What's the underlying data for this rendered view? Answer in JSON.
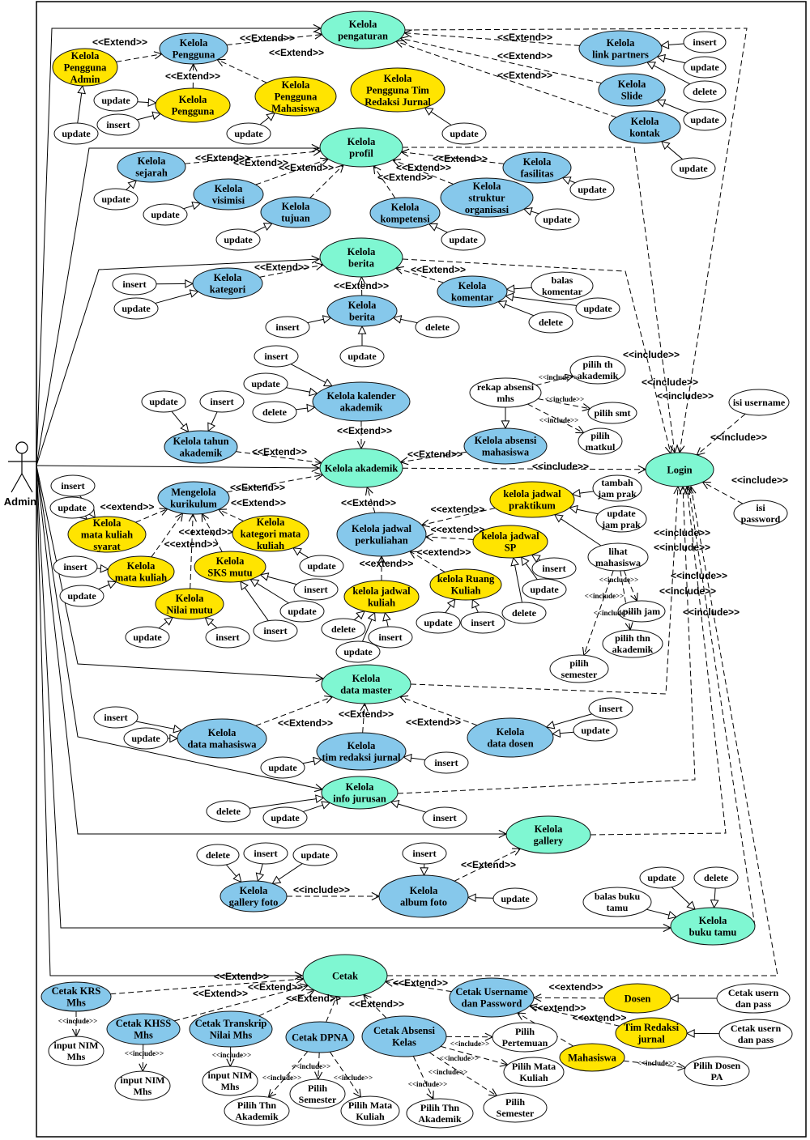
{
  "colors": {
    "teal": "#7ff7d2",
    "blue": "#86c8eb",
    "yellow": "#ffe400",
    "white": "#ffffff"
  },
  "actor": {
    "name": "Admin"
  },
  "nodes": {
    "kelola_pengaturan": [
      "Kelola",
      "pengaturan"
    ],
    "kelola_pengguna_top": [
      "Kelola",
      "Pengguna"
    ],
    "kelola_pengguna_admin": [
      "Kelola",
      "Pengguna",
      "Admin"
    ],
    "kelola_pengguna_y": [
      "Kelola",
      "Pengguna"
    ],
    "kelola_pengguna_mhs": [
      "Kelola",
      "Pengguna",
      "Mahasiswa"
    ],
    "kelola_pengguna_tim": [
      "Kelola",
      "Pengguna Tim",
      "Redaksi Jurnal"
    ],
    "kelola_link": [
      "Kelola",
      "link partners"
    ],
    "kelola_slide": [
      "Kelola",
      "Slide"
    ],
    "kelola_kontak": [
      "Kelola",
      "kontak"
    ],
    "kelola_profil": [
      "Kelola",
      "profil"
    ],
    "kelola_sejarah": [
      "Kelola",
      "sejarah"
    ],
    "kelola_visimisi": [
      "Kelola",
      "visimisi"
    ],
    "kelola_tujuan": [
      "Kelola",
      "tujuan"
    ],
    "kelola_kompetensi": [
      "Kelola",
      "kompetensi"
    ],
    "kelola_struktur": [
      "Kelola",
      "struktur",
      "organisasi"
    ],
    "kelola_fasilitas": [
      "Kelola",
      "fasilitas"
    ],
    "kelola_berita_top": [
      "Kelola",
      "berita"
    ],
    "kelola_kategori": [
      "Kelola",
      "kategori"
    ],
    "kelola_berita": [
      "Kelola",
      "berita"
    ],
    "kelola_komentar": [
      "Kelola",
      "komentar"
    ],
    "balas_komentar": [
      "balas",
      "komentar"
    ],
    "kelola_kalender": [
      "Kelola kalender",
      "akademik"
    ],
    "kelola_tahun": [
      "Kelola tahun",
      "akademik"
    ],
    "kelola_akademik": [
      "Kelola akademik"
    ],
    "kelola_absensi": [
      "Kelola absensi",
      "mahasiswa"
    ],
    "rekap_absensi": [
      "rekap absensi",
      "mhs"
    ],
    "pilih_th_akademik": [
      "pilih th",
      "akademik"
    ],
    "pilih_smt": [
      "pilih smt"
    ],
    "pilih_matkul": [
      "pilih",
      "matkul"
    ],
    "login": [
      "Login"
    ],
    "isi_username": [
      "isi username"
    ],
    "isi_password": [
      "isi",
      "password"
    ],
    "mengelola_kurikulum": [
      "Mengelola",
      "kurikulum"
    ],
    "mk_syarat": [
      "Kelola",
      "mata kuliah",
      "syarat"
    ],
    "mk": [
      "Kelola",
      "mata kuliah"
    ],
    "kategori_mk": [
      "Kelola",
      "kategori mata",
      "kuliah"
    ],
    "sks_mutu": [
      "Kelola",
      "SKS mutu"
    ],
    "nilai_mutu": [
      "Kelola",
      "Nilai mutu"
    ],
    "jadwal_perkuliahan": [
      "Kelola jadwal",
      "perkuliahan"
    ],
    "jadwal_praktikum": [
      "kelola jadwal",
      "praktikum"
    ],
    "jadwal_sp": [
      "kelola jadwal",
      "SP"
    ],
    "ruang_kuliah": [
      "kelola Ruang",
      "Kuliah"
    ],
    "jadwal_kuliah": [
      "kelola jadwal",
      "kuliah"
    ],
    "tambah_jam_prak": [
      "tambah",
      "jam prak"
    ],
    "update_jam_prak": [
      "update",
      "jam prak"
    ],
    "lihat_mahasiswa": [
      "lihat",
      "mahasiswa"
    ],
    "pilih_jam": [
      "pilih jam"
    ],
    "pilih_thn_akademik": [
      "pilih thn",
      "akademik"
    ],
    "pilih_semester": [
      "pilih",
      "semester"
    ],
    "data_master": [
      "Kelola",
      "data master"
    ],
    "data_mahasiswa": [
      "Kelola",
      "data mahasiswa"
    ],
    "tim_redaksi": [
      "Kelola",
      "tim redaksi jurnal"
    ],
    "data_dosen": [
      "Kelola",
      "data dosen"
    ],
    "info_jurusan": [
      "Kelola",
      "info jurusan"
    ],
    "gallery": [
      "Kelola",
      "gallery"
    ],
    "gallery_foto": [
      "Kelola",
      "gallery foto"
    ],
    "album_foto": [
      "Kelola",
      "album foto"
    ],
    "balas_buku_tamu": [
      "balas buku",
      "tamu"
    ],
    "buku_tamu": [
      "Kelola",
      "buku tamu"
    ],
    "cetak": [
      "Cetak"
    ],
    "cetak_krs": [
      "Cetak KRS",
      "Mhs"
    ],
    "cetak_khss": [
      "Cetak KHSS",
      "Mhs"
    ],
    "cetak_transkrip": [
      "Cetak Transkrip",
      "Nilai Mhs"
    ],
    "cetak_dpna": [
      "Cetak DPNA"
    ],
    "cetak_absensi_kelas": [
      "Cetak Absensi",
      "Kelas"
    ],
    "cetak_username": [
      "Cetak Username",
      "dan Password"
    ],
    "dosen": [
      "Dosen"
    ],
    "tim_redaksi_jurnal": [
      "Tim Redaksi",
      "jurnal"
    ],
    "mahasiswa": [
      "Mahasiswa"
    ],
    "cetak_usern_dosen": [
      "Cetak usern",
      "dan pass"
    ],
    "cetak_usern_tim": [
      "Cetak usern",
      "dan pass"
    ],
    "pilih_dosen_pa": [
      "Pilih Dosen",
      "PA"
    ],
    "input_nim_krs": [
      "input NIM",
      "Mhs"
    ],
    "input_nim_khss": [
      "input NIM",
      "Mhs"
    ],
    "input_nim_transkrip": [
      "input NIM",
      "Mhs"
    ],
    "pilih_thn_akademik_dpna": [
      "Pilih Thn",
      "Akademik"
    ],
    "pilih_semester_dpna": [
      "Pilih",
      "Semester"
    ],
    "pilih_mata_kuliah_dpna": [
      "Pilih Mata",
      "Kuliah"
    ],
    "pilih_pertemuan": [
      "Pilih",
      "Pertemuan"
    ],
    "pilih_mata_kuliah_abs": [
      "Pilih Mata",
      "Kuliah"
    ],
    "pilih_semester_abs": [
      "Pilih",
      "Semester"
    ],
    "pilih_thn_akademik_abs": [
      "Pilih Thn",
      "Akademik"
    ]
  },
  "words": {
    "insert": "insert",
    "update": "update",
    "delete": "delete"
  },
  "labels": {
    "extend_cap": "<<Extend>>",
    "extend_low": "<<extend>>",
    "include": "<<include>>"
  }
}
